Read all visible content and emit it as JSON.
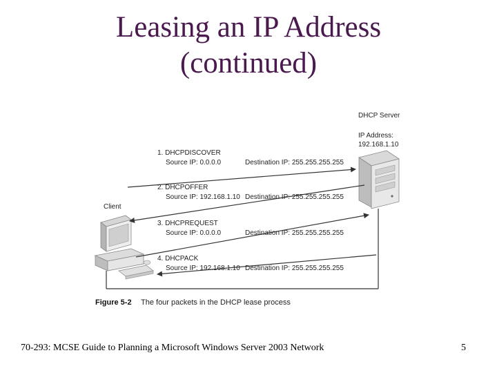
{
  "slide": {
    "title_line1": "Leasing an IP Address",
    "title_line2": "(continued)"
  },
  "diagram": {
    "server_label": "DHCP Server",
    "server_ip_label": "IP Address:",
    "server_ip": "192.168.1.10",
    "client_label": "Client",
    "packets": [
      {
        "name": "1. DHCPDISCOVER",
        "source": "Source IP: 0.0.0.0",
        "destination": "Destination IP: 255.255.255.255"
      },
      {
        "name": "2. DHCPOFFER",
        "source": "Source IP: 192.168.1.10",
        "destination": "Destination IP: 255.255.255.255"
      },
      {
        "name": "3. DHCPREQUEST",
        "source": "Source IP: 0.0.0.0",
        "destination": "Destination IP: 255.255.255.255"
      },
      {
        "name": "4. DHCPACK",
        "source": "Source IP: 192.168.1.10",
        "destination": "Destination IP: 255.255.255.255"
      }
    ]
  },
  "figure": {
    "label": "Figure 5-2",
    "caption": "The four packets in the DHCP lease process"
  },
  "footer": {
    "course": "70-293: MCSE Guide to Planning a Microsoft Windows Server 2003 Network",
    "page_number": "5"
  },
  "colors": {
    "title": "#4a1a4f",
    "line": "#333333"
  }
}
